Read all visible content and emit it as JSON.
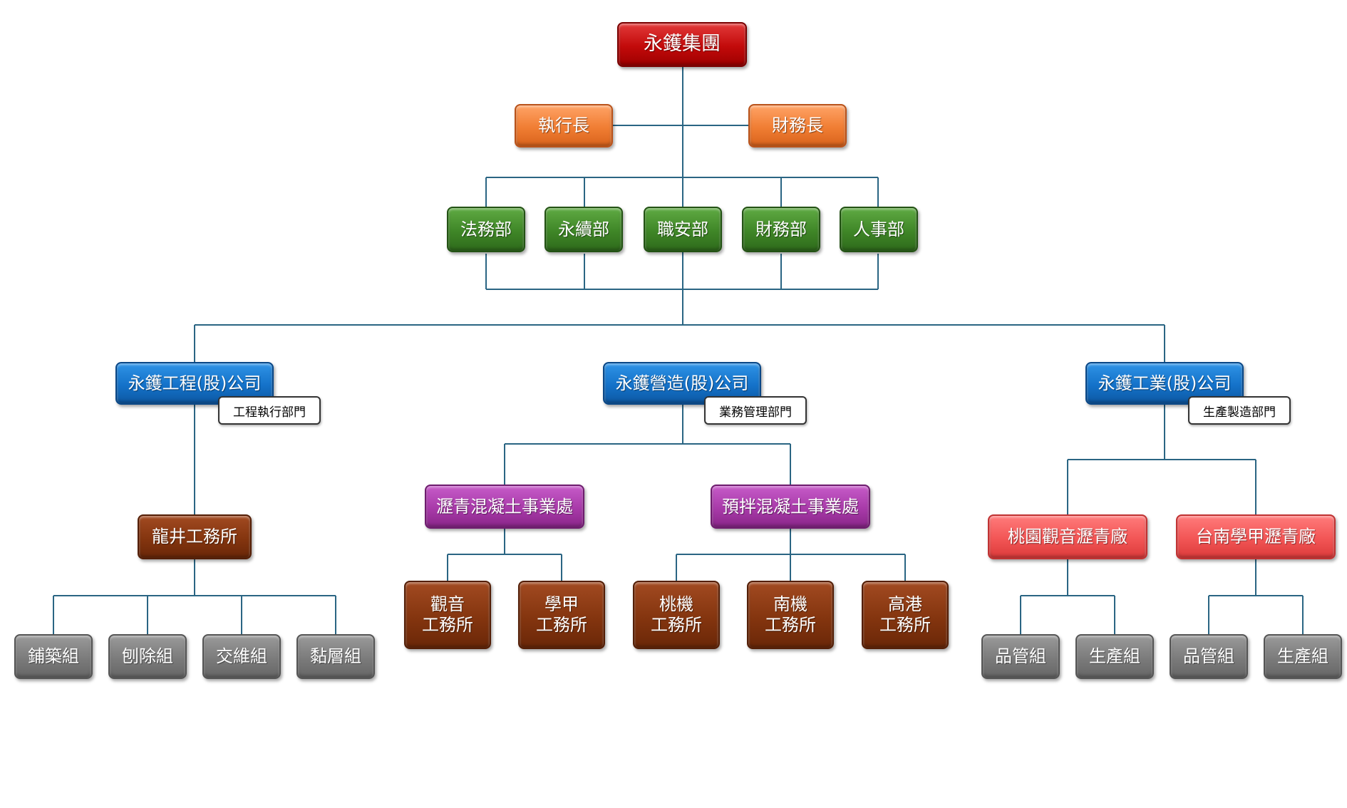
{
  "colors": {
    "connector": "#2a6583",
    "red": "#c20a0a",
    "orange": "#f07d33",
    "green": "#3f8627",
    "blue": "#1472c9",
    "purple": "#a83aa9",
    "brown": "#84350f",
    "salmon": "#f25555",
    "gray": "#7b7b7b"
  },
  "group": {
    "name": "永鑊集團"
  },
  "executives": {
    "ceo": "執行長",
    "cfo": "財務長"
  },
  "departments": {
    "legal": "法務部",
    "sustainability": "永續部",
    "safety": "職安部",
    "finance": "財務部",
    "hr": "人事部"
  },
  "companies": {
    "engineering": {
      "name": "永鑊工程(股)公司",
      "tag": "工程執行部門"
    },
    "construction": {
      "name": "永鑊營造(股)公司",
      "tag": "業務管理部門"
    },
    "industry": {
      "name": "永鑊工業(股)公司",
      "tag": "生產製造部門"
    }
  },
  "engineering_branch": {
    "office": "龍井工務所",
    "teams": {
      "paving": "鋪築組",
      "milling": "刨除組",
      "maintenance": "交維組",
      "tack_coat": "黏層組"
    }
  },
  "construction_branch": {
    "asphalt_division": "瀝青混凝土事業處",
    "ready_mix_division": "預拌混凝土事業處",
    "asphalt_offices": {
      "guanyin": {
        "line1": "觀音",
        "line2": "工務所"
      },
      "xuejia": {
        "line1": "學甲",
        "line2": "工務所"
      }
    },
    "ready_mix_offices": {
      "taoji": {
        "line1": "桃機",
        "line2": "工務所"
      },
      "nanji": {
        "line1": "南機",
        "line2": "工務所"
      },
      "gaogang": {
        "line1": "高港",
        "line2": "工務所"
      }
    }
  },
  "industry_branch": {
    "taoyuan_plant": {
      "name": "桃園觀音瀝青廠",
      "teams": {
        "qc": "品管組",
        "production": "生產組"
      }
    },
    "tainan_plant": {
      "name": "台南學甲瀝青廠",
      "teams": {
        "qc": "品管組",
        "production": "生產組"
      }
    }
  }
}
